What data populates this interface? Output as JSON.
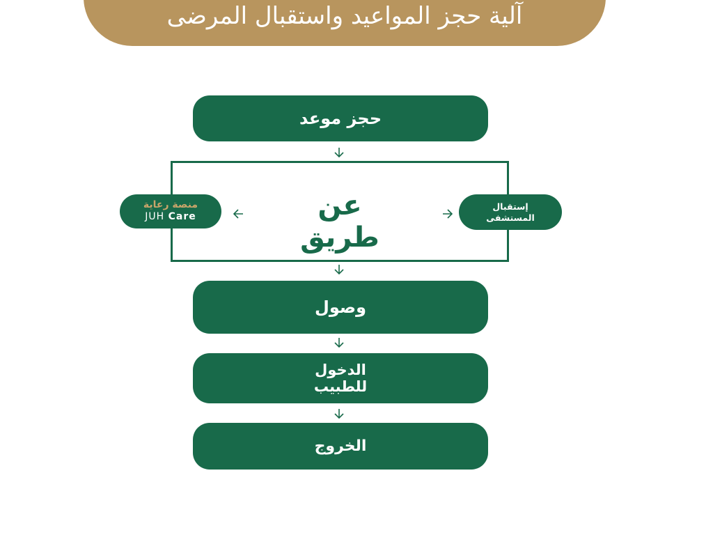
{
  "header": {
    "title": "آلية حجز المواعيد واستقبال المرضى"
  },
  "steps": {
    "book": "حجز موعد",
    "via": "عن طريق",
    "arrival": "وصول",
    "doctor": "الدخول للطبيب",
    "exit": "الخروج"
  },
  "options": {
    "platform_ar": "منصة رعاية",
    "platform_en_prefix": "JUH",
    "platform_en_brand": "Care",
    "reception": "إستقبال المستشفى"
  },
  "colors": {
    "header_gold": "#b8955e",
    "box_green": "#186a4a",
    "accent_gold": "#c9a46a"
  }
}
